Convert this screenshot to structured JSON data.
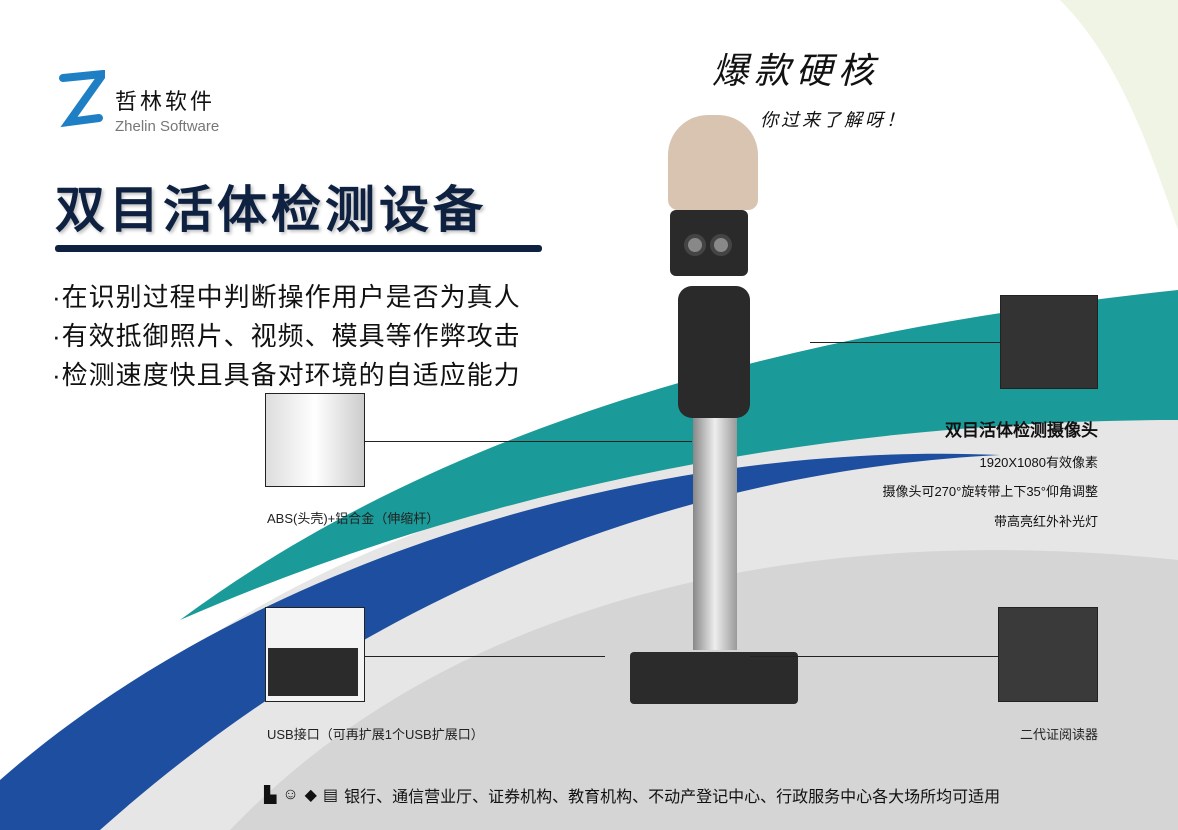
{
  "logo": {
    "cn": "哲林软件",
    "en": "Zhelin Software",
    "color": "#1f7fc4"
  },
  "title": "双目活体检测设备",
  "features": [
    "·在识别过程中判断操作用户是否为真人",
    "·有效抵御照片、视频、模具等作弊攻击",
    "·检测速度快且具备对环境的自适应能力"
  ],
  "promo": {
    "headline": "爆款硬核",
    "sub": "你过来了解呀！"
  },
  "camera": {
    "title": "双目活体检测摄像头",
    "specs": [
      "1920X1080有效像素",
      "摄像头可270°旋转带上下35°仰角调整",
      "带高亮红外补光灯"
    ]
  },
  "captions": {
    "pole": "ABS(头壳)+铝合金（伸缩杆）",
    "usb": "USB接口（可再扩展1个USB扩展口）",
    "reader": "二代证阅读器"
  },
  "footer": {
    "icons": [
      "building-icon",
      "police-icon",
      "graduation-cap-icon",
      "office-icon"
    ],
    "text": "银行、通信营业厅、证券机构、教育机构、不动产登记中心、行政服务中心各大场所均可适用"
  },
  "colors": {
    "navy": "#0f2140",
    "teal": "#1a9a98",
    "blue": "#1d4ea0"
  }
}
